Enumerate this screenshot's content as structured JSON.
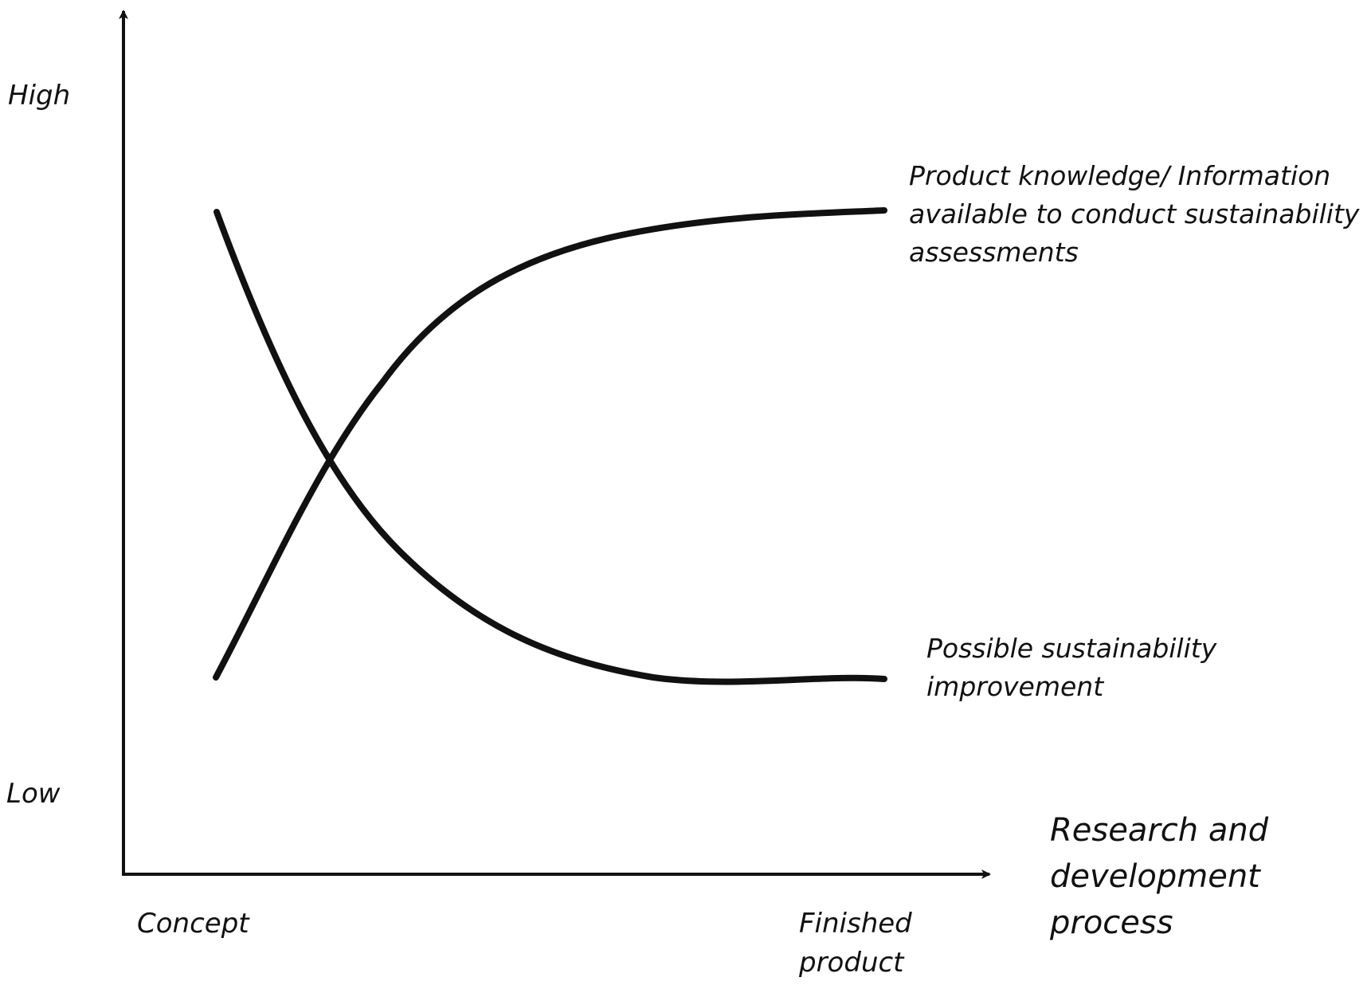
{
  "diagram": {
    "y_axis": {
      "high_label": "High",
      "low_label": "Low"
    },
    "x_axis": {
      "start_label": "Concept",
      "end_label_lines": [
        "Finished",
        "product"
      ],
      "title_lines": [
        "Research and",
        "development",
        "process"
      ]
    },
    "curves": [
      {
        "id": "knowledge",
        "label_lines": [
          "Product knowledge/ Information",
          "available to conduct sustainability",
          "assessments"
        ],
        "trend": "increasing, saturating"
      },
      {
        "id": "improvement",
        "label_lines": [
          "Possible sustainability",
          "improvement"
        ],
        "trend": "decreasing, saturating"
      }
    ],
    "colors": {
      "ink": "#111111",
      "background": "#ffffff"
    }
  }
}
